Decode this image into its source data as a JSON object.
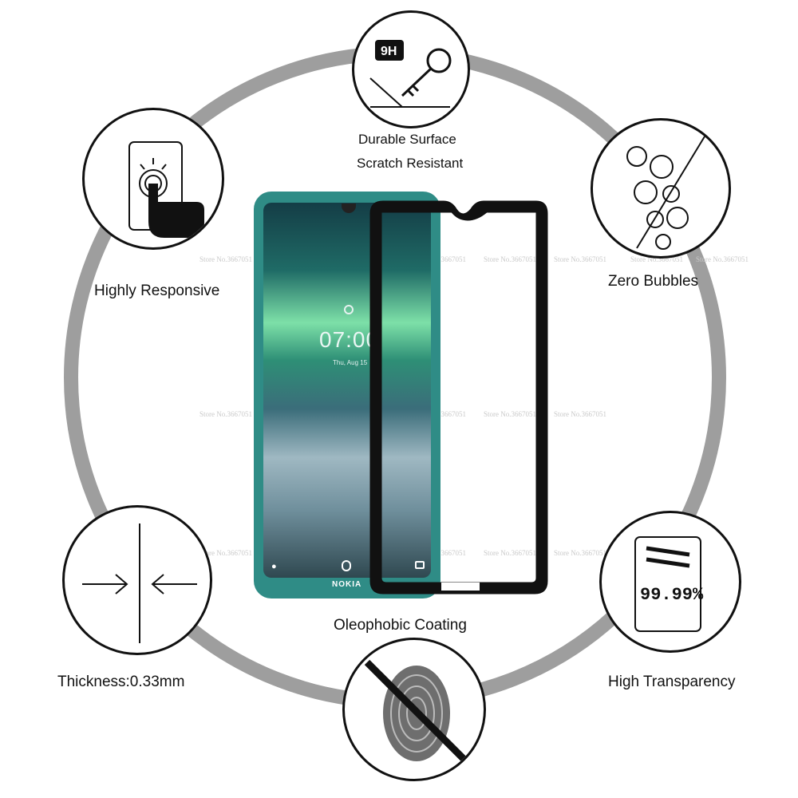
{
  "features": {
    "durable_surface": "Durable Surface",
    "scratch_resistant": "Scratch Resistant",
    "highly_responsive": "Highly Responsive",
    "zero_bubbles": "Zero Bubbles",
    "oleophobic_coating": "Oleophobic Coating",
    "thickness": "Thickness:0.33mm",
    "high_transparency": "High Transparency"
  },
  "badge_text": {
    "hardness": "9H",
    "transparency_value": "99.99%"
  },
  "phone": {
    "time": "07:00",
    "date": "Thu, Aug 15",
    "brand": "NOKIA"
  },
  "watermarks": [
    "Store No.3667051",
    "Store No.3667051",
    "Store No.3667051",
    "Store No.3667051",
    "Store No.3667051",
    "Store No.3667051",
    "Store No.3667051",
    "Store No.3667051",
    "Store No.3667051",
    "Store No.3667051",
    "Store No.3667051",
    "Store No.3667051",
    "Store No.3667051",
    "Store No.3667051",
    "Store No.3667051",
    "Store No.3667051",
    "Store No.3667051",
    "Store No.3667051",
    "Store No.3667051",
    "Store No.3667051"
  ],
  "icons": [
    "key-scratch-icon",
    "touch-hand-icon",
    "bubbles-icon",
    "thickness-arrows-icon",
    "transparency-card-icon",
    "no-fingerprint-icon"
  ],
  "colors": {
    "ring": "#9e9e9e",
    "phone_body": "#2f8c86",
    "glass_border": "#111111"
  }
}
